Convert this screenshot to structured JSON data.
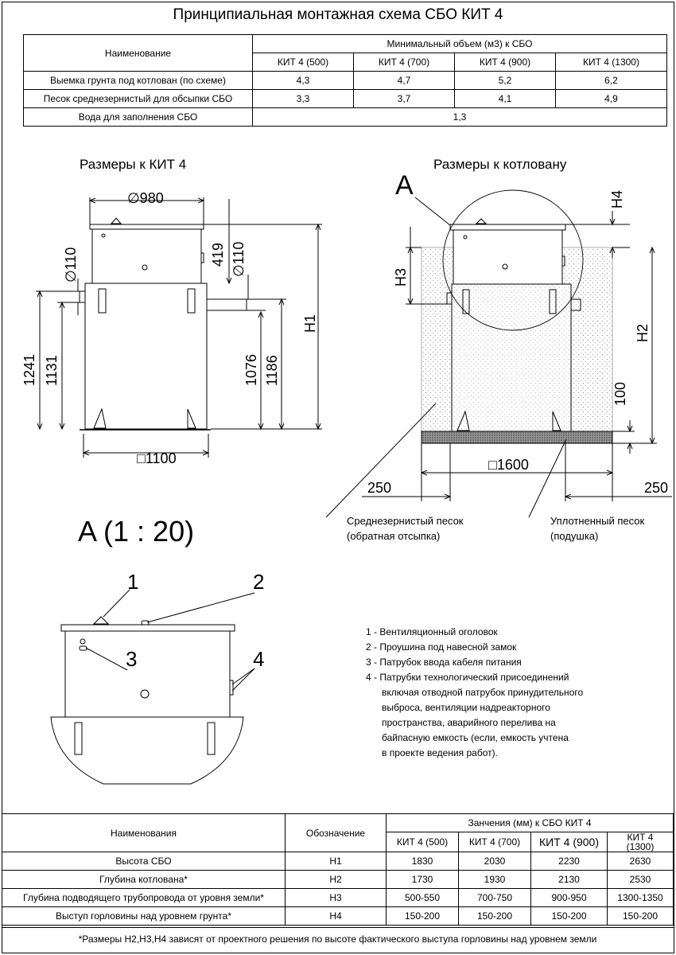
{
  "title": "Принципиальная монтажная схема СБО КИТ 4",
  "table1": {
    "header_name": "Наименование",
    "header_group": "Минимальный объем (м3) к СБО",
    "models": [
      "КИТ 4 (500)",
      "КИТ 4 (700)",
      "КИТ 4 (900)",
      "КИТ 4 (1300)"
    ],
    "rows": [
      {
        "name": "Выемка грунта под котлован (по схеме)",
        "values": [
          "4,3",
          "4,7",
          "5,2",
          "6,2"
        ]
      },
      {
        "name": "Песок среднезернистый для обсыпки СБО",
        "values": [
          "3,3",
          "3,7",
          "4,1",
          "4,9"
        ]
      }
    ],
    "water_row": {
      "name": "Вода для заполнения СБО",
      "value": "1,3"
    }
  },
  "left_drawing": {
    "heading": "Размеры к КИТ 4",
    "dim_diameter": "∅980",
    "dim_pipe_left": "∅110",
    "dim_pipe_right": "∅110",
    "dim_419": "419",
    "dim_1241": "1241",
    "dim_1131": "1131",
    "dim_1076": "1076",
    "dim_1186": "1186",
    "dim_h1": "H1",
    "dim_base": "□1100"
  },
  "right_drawing": {
    "heading": "Размеры к котловану",
    "callout": "A",
    "dim_h4": "H4",
    "dim_h3": "H3",
    "dim_h2": "H2",
    "dim_100": "100",
    "dim_base": "□1600",
    "dim_250_left": "250",
    "dim_250_right": "250",
    "label_sand_1": "Среднезернистый песок",
    "label_sand_2": "(обратная отсыпка)",
    "label_pad_1": "Уплотненный песок",
    "label_pad_2": "(подушка)"
  },
  "detail": {
    "heading": "A (1 : 20)",
    "markers": [
      "1",
      "2",
      "3",
      "4"
    ],
    "legend": [
      "1 - Вентиляционный оголовок",
      "2 - Проушина под навесной замок",
      "3 - Патрубок ввода кабеля питания",
      "4 - Патрубки технологический присоединений",
      "включая отводной патрубок принудительного",
      "выброса, вентиляции надреакторного",
      "пространства, аварийного перелива на",
      "байпасную емкость (если, емкость учтена",
      "в проекте ведения работ)."
    ]
  },
  "table2": {
    "header_name": "Наименования",
    "header_code": "Обозначение",
    "header_group": "Занчения (мм) к СБО КИТ 4",
    "models": [
      "КИТ 4 (500)",
      "КИТ 4 (700)",
      "КИТ 4 (900)",
      "КИТ 4",
      "(1300)"
    ],
    "rows": [
      {
        "name": "Высота СБО",
        "code": "H1",
        "values": [
          "1830",
          "2030",
          "2230",
          "2630"
        ]
      },
      {
        "name": "Глубина котлована*",
        "code": "H2",
        "values": [
          "1730",
          "1930",
          "2130",
          "2530"
        ]
      },
      {
        "name": "Глубина подводящего трубопровода от уровня земли*",
        "code": "H3",
        "values": [
          "500-550",
          "700-750",
          "900-950",
          "1300-1350"
        ]
      },
      {
        "name": "Выступ горловины над уровнем грунта*",
        "code": "H4",
        "values": [
          "150-200",
          "150-200",
          "150-200",
          "150-200"
        ]
      }
    ],
    "footnote": "*Размеры H2,H3,H4 зависят от проектного решения по высоте фактического выступа горловины над уровнем земли"
  }
}
